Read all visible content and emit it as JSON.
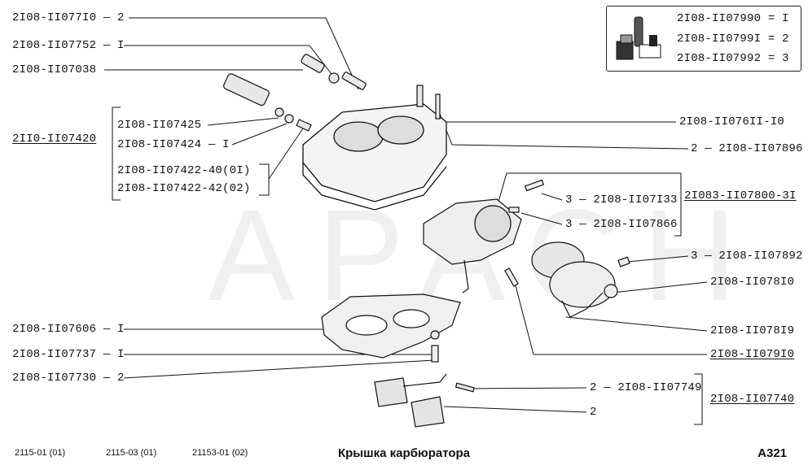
{
  "watermark": "АРАСН",
  "legend": {
    "rows": [
      {
        "code": "2I08-II07990",
        "eq": "=",
        "num": "I"
      },
      {
        "code": "2I08-II0799I",
        "eq": "=",
        "num": "2"
      },
      {
        "code": "2I08-II07992",
        "eq": "=",
        "num": "3"
      }
    ],
    "icon": "tube-and-box-icon"
  },
  "left_labels": [
    {
      "text": "2I08-II077I0 — 2"
    },
    {
      "text": "2I08-II07752 — I"
    },
    {
      "text": "2I08-II07038"
    },
    {
      "text": "2I08-II07425"
    },
    {
      "text": "2I08-II07424 — I"
    },
    {
      "text": "2I08-II07422-40(0I)"
    },
    {
      "text": "2I08-II07422-42(02)"
    },
    {
      "text": "2I08-II07606 — I"
    },
    {
      "text": "2I08-II07737 — I"
    },
    {
      "text": "2I08-II07730 — 2"
    }
  ],
  "group_left": "2II0-II07420",
  "right_labels": [
    {
      "text": "2I08-II076II-I0"
    },
    {
      "text": "2 — 2I08-II07896"
    },
    {
      "text": "3 — 2I08-II07I33"
    },
    {
      "text": "3 — 2I08-II07866"
    },
    {
      "text": "3 — 2I08-II07892"
    },
    {
      "text": "2I08-II078I0"
    },
    {
      "text": "2I08-II078I9"
    },
    {
      "text": "2I08-II079I0"
    },
    {
      "text": "2 — 2I08-II07749"
    },
    {
      "text": "2"
    }
  ],
  "group_right_top": "2I083-II07800-3I",
  "group_right_bottom": "2I08-II07740",
  "footer": {
    "models": [
      "2115-01 (01)",
      "2115-03 (01)",
      "21153-01 (02)"
    ],
    "title": "Крышка карбюратора",
    "code": "A321"
  }
}
